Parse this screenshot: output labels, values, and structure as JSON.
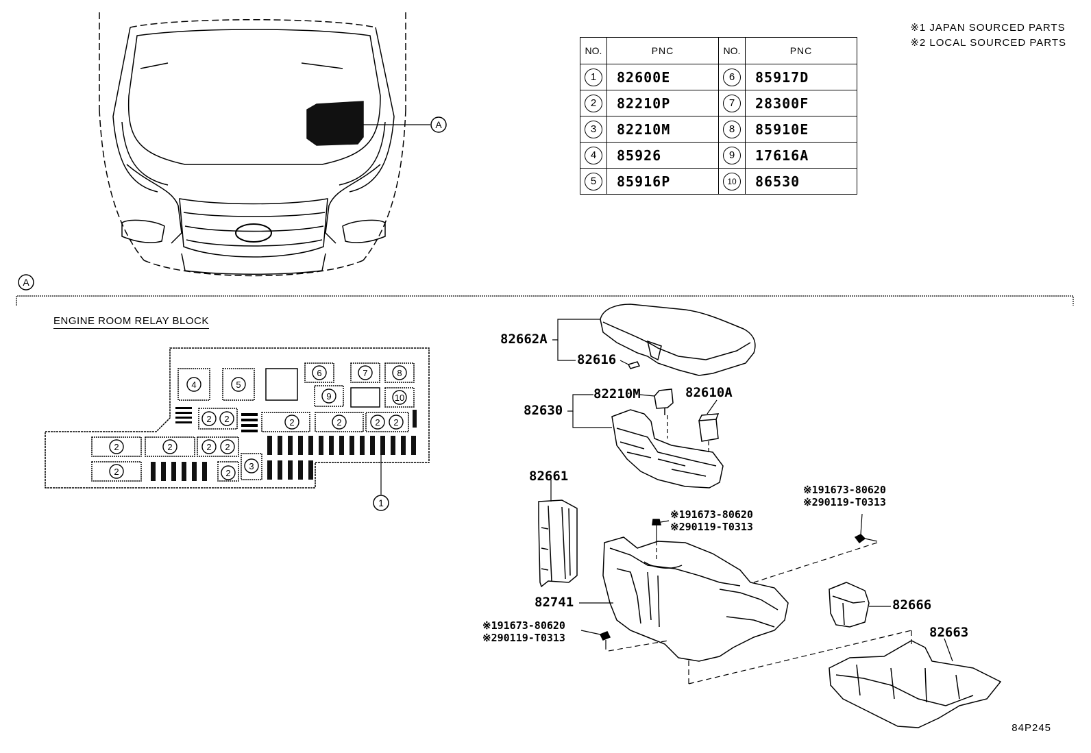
{
  "notes": [
    "※1 JAPAN SOURCED PARTS",
    "※2 LOCAL SOURCED PARTS"
  ],
  "table": {
    "headers": [
      "NO.",
      "PNC",
      "NO.",
      "PNC"
    ],
    "rows": [
      {
        "no1": "1",
        "pnc1": "82600E",
        "no2": "6",
        "pnc2": "85917D"
      },
      {
        "no1": "2",
        "pnc1": "82210P",
        "no2": "7",
        "pnc2": "28300F"
      },
      {
        "no1": "3",
        "pnc1": "82210M",
        "no2": "8",
        "pnc2": "85910E"
      },
      {
        "no1": "4",
        "pnc1": "85926",
        "no2": "9",
        "pnc2": "17616A"
      },
      {
        "no1": "5",
        "pnc1": "85916P",
        "no2": "10",
        "pnc2": "86530"
      }
    ]
  },
  "detail_marker": "A",
  "relay_block": {
    "title": "ENGINE ROOM RELAY BLOCK",
    "callout": "1"
  },
  "part_labels": {
    "p82662a": "82662A",
    "p82616": "82616",
    "p82210m": "82210M",
    "p82610a": "82610A",
    "p82630": "82630",
    "p82661": "82661",
    "p82741": "82741",
    "p82666": "82666",
    "p82663": "82663"
  },
  "screw_labels": {
    "upper_right": [
      "※191673-80620",
      "※290119-T0313"
    ],
    "middle": [
      "※191673-80620",
      "※290119-T0313"
    ],
    "lower_left": [
      "※191673-80620",
      "※290119-T0313"
    ]
  },
  "figure_id": "84P245"
}
